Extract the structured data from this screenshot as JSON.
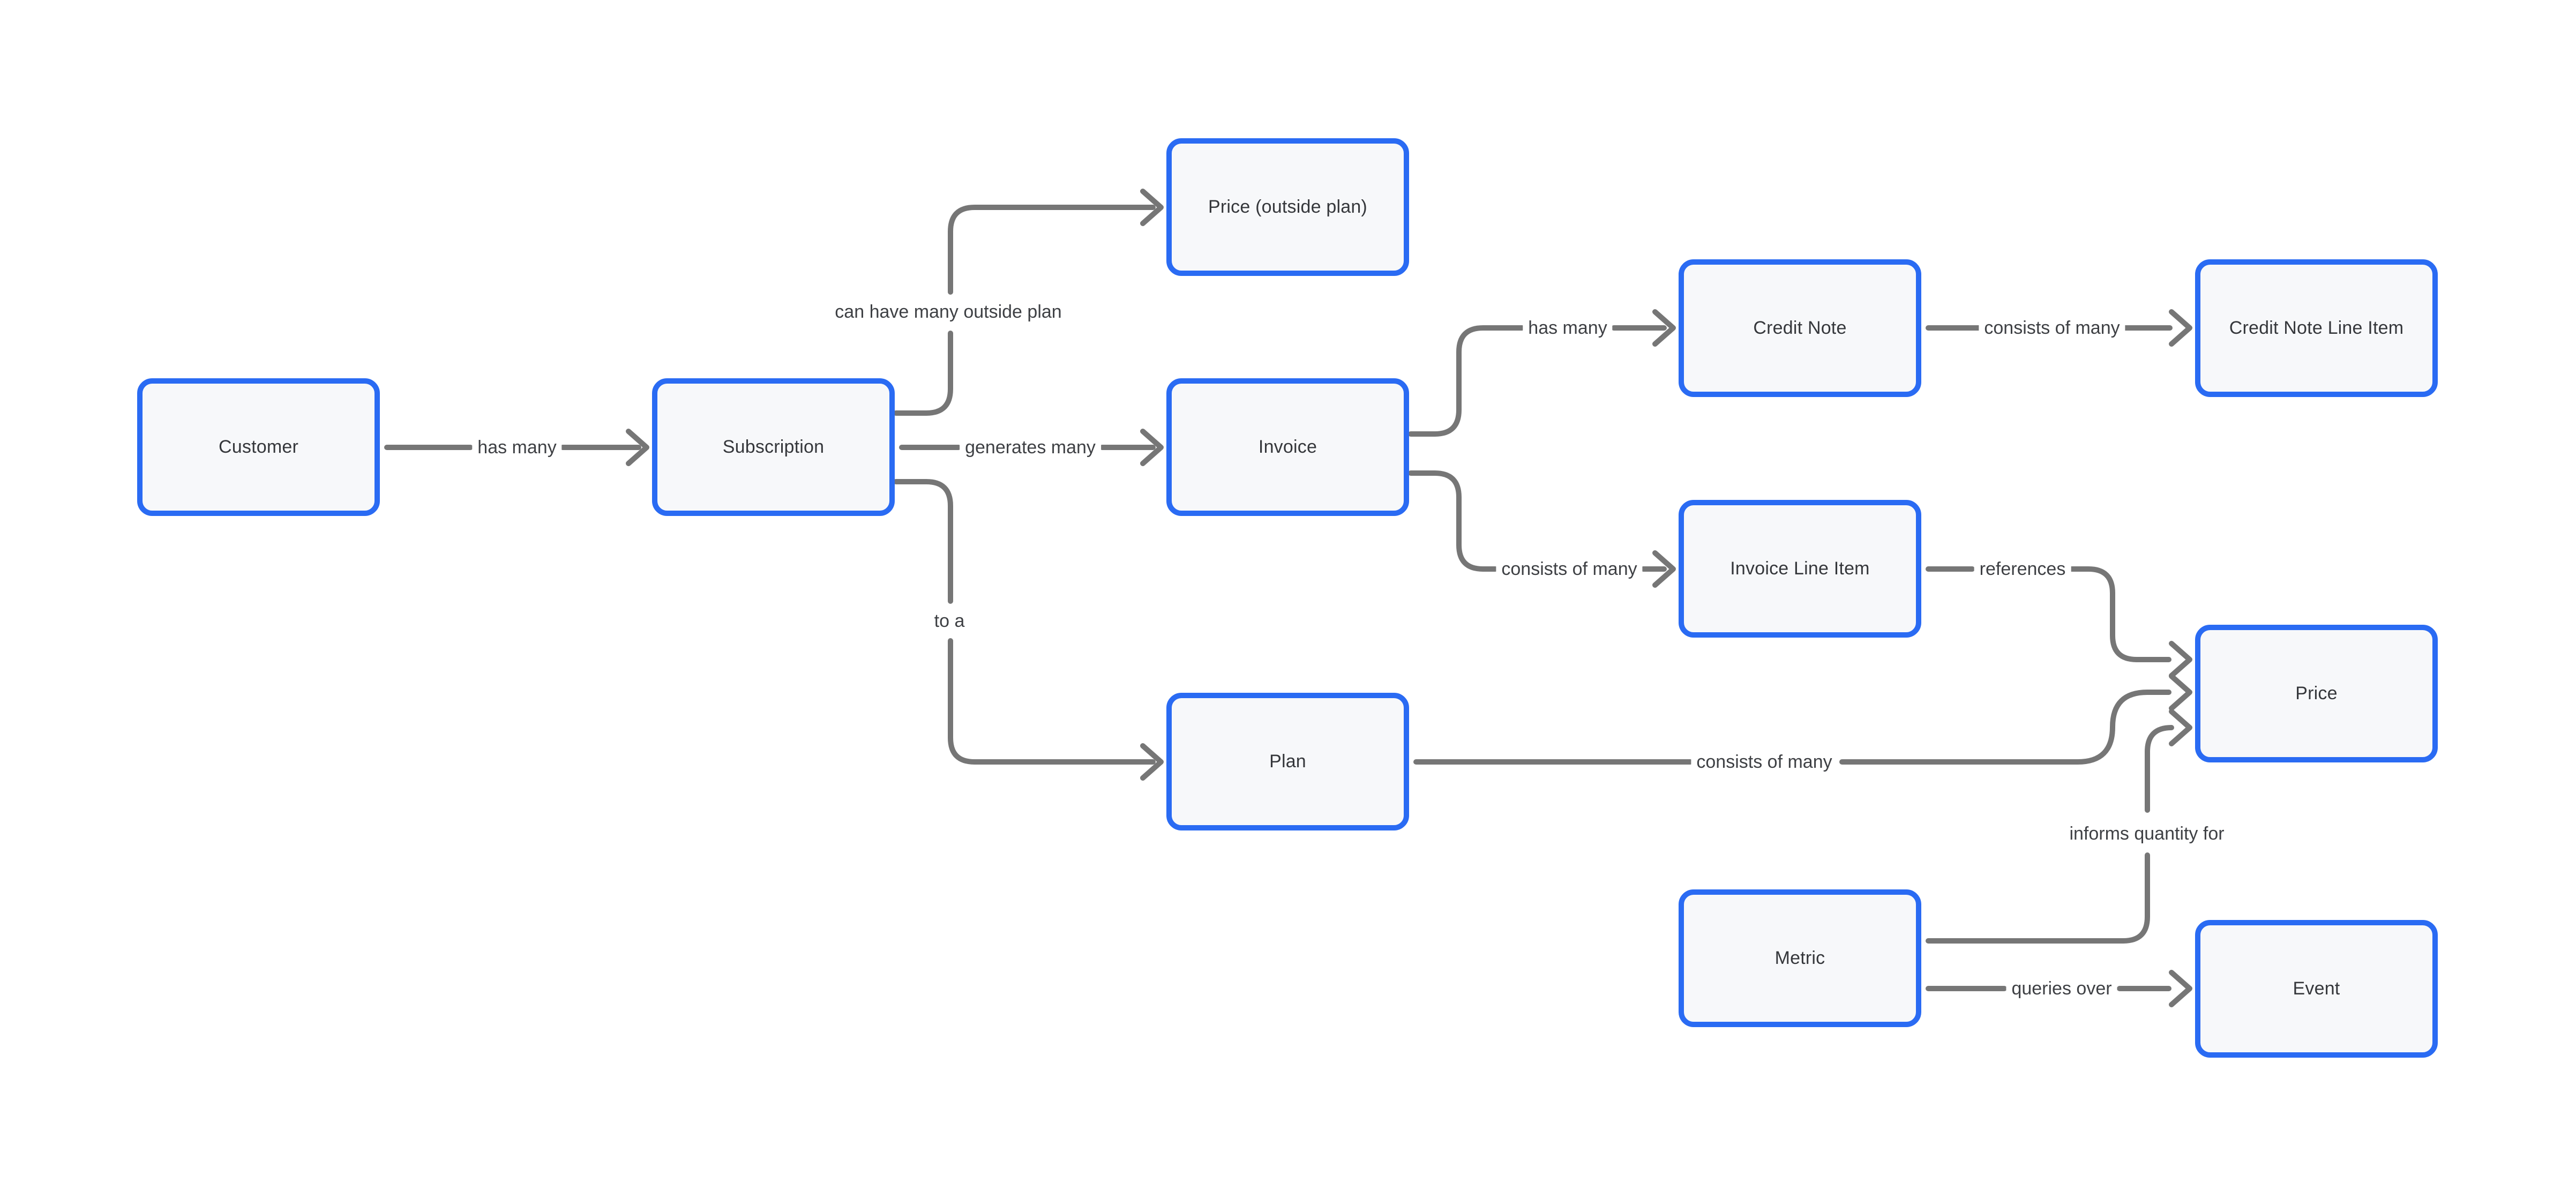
{
  "diagram": {
    "colors": {
      "background": "#ffffff",
      "node_border": "#2a6bf3",
      "node_fill": "#f7f8fa",
      "edge_line": "#767676",
      "node_text": "#35373b",
      "edge_label_text": "#3e4044"
    },
    "nodes": [
      {
        "id": "customer",
        "label": "Customer"
      },
      {
        "id": "subscription",
        "label": "Subscription"
      },
      {
        "id": "price-outside-plan",
        "label": "Price (outside plan)"
      },
      {
        "id": "invoice",
        "label": "Invoice"
      },
      {
        "id": "credit-note",
        "label": "Credit Note"
      },
      {
        "id": "credit-note-line-item",
        "label": "Credit Note Line Item"
      },
      {
        "id": "invoice-line-item",
        "label": "Invoice Line Item"
      },
      {
        "id": "price",
        "label": "Price"
      },
      {
        "id": "plan",
        "label": "Plan"
      },
      {
        "id": "metric",
        "label": "Metric"
      },
      {
        "id": "event",
        "label": "Event"
      }
    ],
    "edges": [
      {
        "from": "customer",
        "to": "subscription",
        "label": "has many"
      },
      {
        "from": "subscription",
        "to": "price-outside-plan",
        "label": "can have many outside plan"
      },
      {
        "from": "subscription",
        "to": "invoice",
        "label": "generates many"
      },
      {
        "from": "subscription",
        "to": "plan",
        "label": "to a"
      },
      {
        "from": "invoice",
        "to": "credit-note",
        "label": "has many"
      },
      {
        "from": "credit-note",
        "to": "credit-note-line-item",
        "label": "consists of many"
      },
      {
        "from": "invoice",
        "to": "invoice-line-item",
        "label": "consists of many"
      },
      {
        "from": "invoice-line-item",
        "to": "price",
        "label": "references"
      },
      {
        "from": "plan",
        "to": "price",
        "label": "consists of many"
      },
      {
        "from": "metric",
        "to": "price",
        "label": "informs quantity for"
      },
      {
        "from": "metric",
        "to": "event",
        "label": "queries over"
      }
    ]
  }
}
